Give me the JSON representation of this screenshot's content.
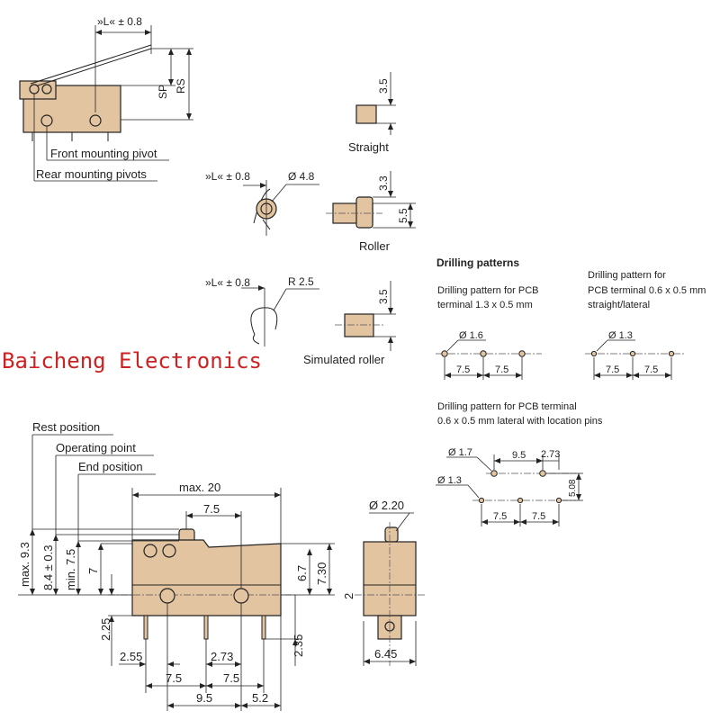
{
  "top_view": {
    "lever_tolerance": "»L« ± 0.8",
    "sp": "SP",
    "rs": "RS",
    "front_pivot": "Front mounting pivot",
    "rear_pivot": "Rear mounting pivots"
  },
  "actuators": {
    "straight": {
      "label": "Straight",
      "dim": "3.5"
    },
    "roller": {
      "label": "Roller",
      "tol": "»L« ± 0.8",
      "dia": "Ø 4.8",
      "dim1": "3.3",
      "dim2": "5.5"
    },
    "sim": {
      "label": "Simulated roller",
      "tol": "»L« ± 0.8",
      "radius": "R 2.5",
      "dim": "3.5"
    }
  },
  "watermark": "Baicheng Electronics",
  "drilling": {
    "title": "Drilling patterns",
    "p1_label_1": "Drilling pattern for PCB",
    "p1_label_2": "terminal 1.3 x 0.5 mm",
    "p1_dia": "Ø 1.6",
    "p1_d1": "7.5",
    "p1_d2": "7.5",
    "p2_label_1": "Drilling pattern for",
    "p2_label_2": "PCB terminal 0.6 x 0.5 mm",
    "p2_label_3": "straight/lateral",
    "p2_dia": "Ø 1.3",
    "p2_d1": "7.5",
    "p2_d2": "7.5",
    "p3_label_1": "Drilling pattern for PCB terminal",
    "p3_label_2": "0.6 x 0.5 mm lateral with location pins",
    "p3_dia_top": "Ø 1.7",
    "p3_w": "9.5",
    "p3_w2": "2.73",
    "p3_dia_bot": "Ø 1.3",
    "p3_h": "5.08",
    "p3_d1": "7.5",
    "p3_d2": "7.5"
  },
  "positions": {
    "rest": "Rest position",
    "operating": "Operating point",
    "end": "End position"
  },
  "front": {
    "max_width": "max. 20",
    "plunger": "7.5",
    "max_h": "max. 9.3",
    "op_h": "8.4 ± 0.3",
    "min_h": "min. 7.5",
    "body_h": "7",
    "h67": "6.7",
    "h730": "7.30",
    "pin_h": "2.25",
    "pin_h2": "2.35",
    "x255": "2.55",
    "x273": "2.73",
    "x75a": "7.5",
    "x75b": "7.5",
    "x95": "9.5",
    "x52": "5.2"
  },
  "side": {
    "dia": "Ø 2.20",
    "h": "2",
    "w": "6.45"
  }
}
